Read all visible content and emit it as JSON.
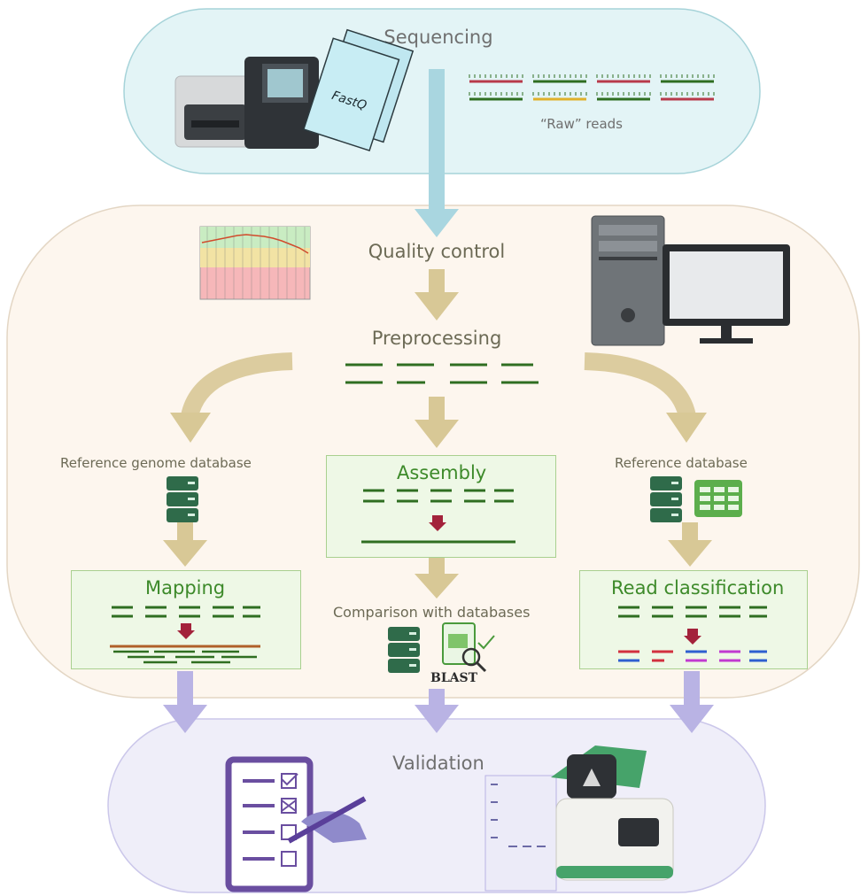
{
  "sequencing": {
    "title": "Sequencing",
    "fastq_label": "FastQ",
    "raw_reads_label": "“Raw” reads"
  },
  "analysis": {
    "quality_control": "Quality control",
    "preprocessing": "Preprocessing",
    "left": {
      "database_label": "Reference genome database",
      "step_title": "Mapping"
    },
    "center": {
      "step_title": "Assembly",
      "comparison_label": "Comparison with databases",
      "blast_label": "BLAST"
    },
    "right": {
      "database_label": "Reference database",
      "step_title": "Read classification"
    }
  },
  "validation": {
    "title": "Validation"
  },
  "colors": {
    "sequencing_bg": "#e3f4f6",
    "analysis_bg": "#fdf6ee",
    "validation_bg": "#efeef9",
    "arrow_tan": "#d8c896",
    "arrow_blue": "#a9d6e0",
    "arrow_lavender": "#b9b3e4",
    "read_green": "#2f6e21",
    "read_red": "#a3223b",
    "box_fill": "#eef8e6"
  }
}
